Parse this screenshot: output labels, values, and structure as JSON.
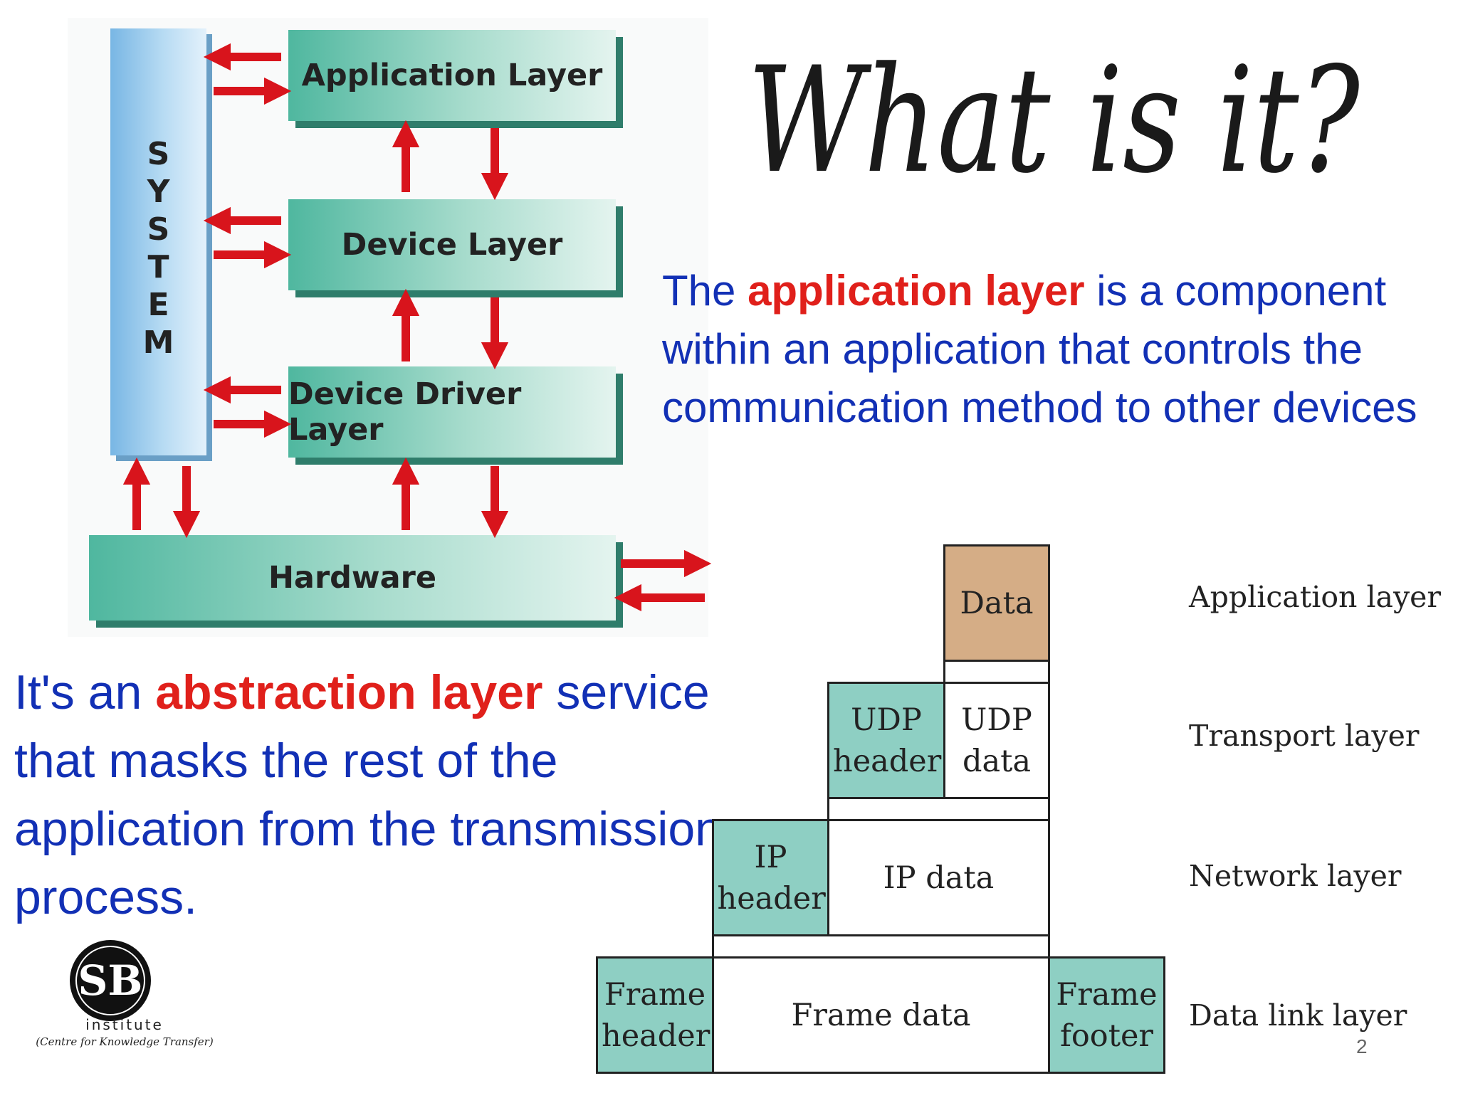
{
  "stack_diagram": {
    "system_letters": [
      "S",
      "Y",
      "S",
      "T",
      "E",
      "M"
    ],
    "boxes": {
      "application": "Application Layer",
      "device": "Device Layer",
      "driver": "Device Driver Layer",
      "hardware": "Hardware"
    },
    "arrow_color": "#d8141c"
  },
  "title_handwritten": "What is it?",
  "paragraph1": {
    "before": "The ",
    "highlight": "application layer",
    "after": " is a component within an application that controls the communication method to other devices"
  },
  "paragraph2": {
    "before": "It's an ",
    "highlight": "abstraction layer",
    "after": " service that masks the rest of the application from the transmission process."
  },
  "encapsulation": {
    "data": "Data",
    "udp_header": "UDP header",
    "udp_data": "UDP data",
    "ip_header": "IP header",
    "ip_data": "IP data",
    "frame_header": "Frame header",
    "frame_data": "Frame data",
    "frame_footer": "Frame footer",
    "labels": {
      "application": "Application layer",
      "transport": "Transport layer",
      "network": "Network layer",
      "datalink": "Data link layer"
    },
    "colors": {
      "header": "#8ecfc3",
      "data": "#d5ad86"
    }
  },
  "logo": {
    "monogram": "SB",
    "name": "institute",
    "tagline": "(Centre for Knowledge Transfer)"
  },
  "page_number": "2"
}
